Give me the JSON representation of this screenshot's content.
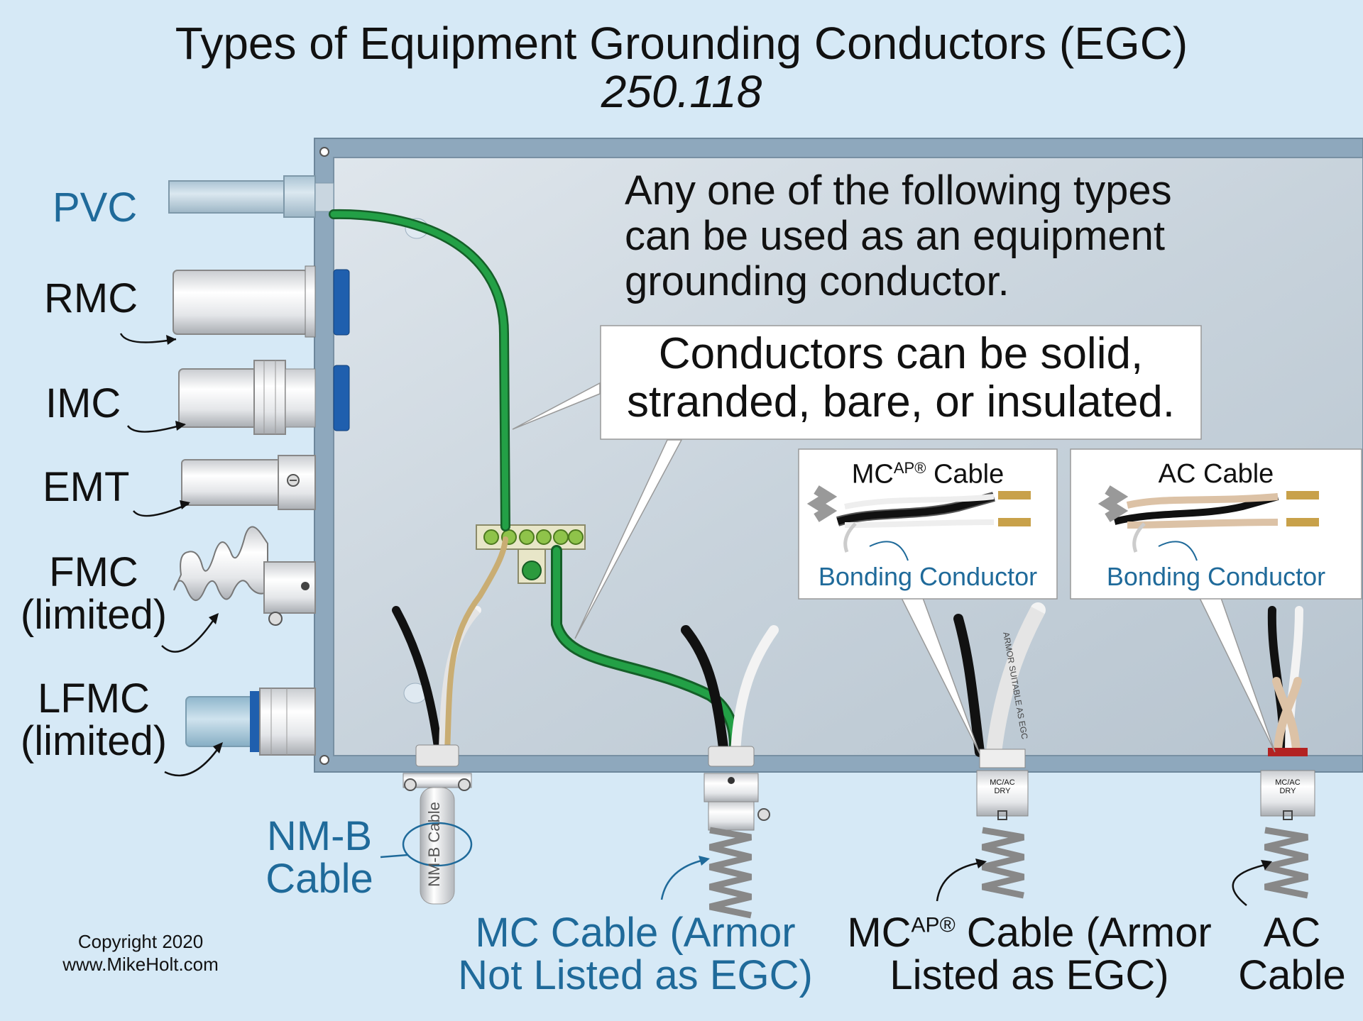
{
  "title": "Types of Equipment Grounding Conductors (EGC)",
  "code_ref": "250.118",
  "main_statement": [
    "Any one of the following types",
    "can be used as an equipment",
    "grounding conductor."
  ],
  "callout": [
    "Conductors can be solid,",
    "stranded, bare, or insulated."
  ],
  "raceway_labels": {
    "pvc": "PVC",
    "rmc": "RMC",
    "imc": "IMC",
    "emt": "EMT",
    "fmc": [
      "FMC",
      "(limited)"
    ],
    "lfmc": [
      "LFMC",
      "(limited)"
    ]
  },
  "cable_labels": {
    "nmb": [
      "NM-B",
      "Cable"
    ],
    "nmb_jacket": "NM-B Cable",
    "mc": [
      "MC Cable (Armor",
      "Not Listed as EGC)"
    ],
    "mcap": {
      "prefix": "MC",
      "sup": "AP®",
      "line1_rest": "Cable (Armor",
      "line2": "Listed as EGC)"
    },
    "ac": [
      "AC",
      "Cable"
    ],
    "armor_print": "ARMOR SUITABLE AS EGC",
    "fitting_print": [
      "MC/AC",
      "DRY"
    ]
  },
  "insets": {
    "mcap": {
      "title_prefix": "MC",
      "title_sup": "AP®",
      "title_rest": "Cable",
      "caption": "Bonding Conductor"
    },
    "ac": {
      "title": "AC Cable",
      "caption": "Bonding Conductor"
    }
  },
  "copyright": [
    "Copyright 2020",
    "www.MikeHolt.com"
  ],
  "colors": {
    "background": "#d6e9f6",
    "box_interior": "#c5d0da",
    "box_frame": "#8ea8bd",
    "ground_green": "#1d8a3a",
    "label_blue": "#1f6a9a",
    "text": "#111111"
  }
}
